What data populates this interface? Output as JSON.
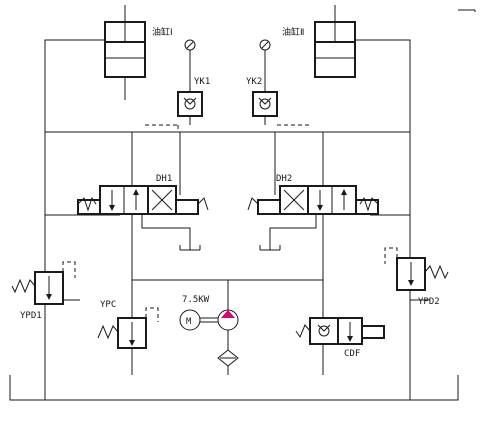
{
  "labels": {
    "cylinder1": "油缸Ⅰ",
    "cylinder2": "油缸Ⅱ",
    "yk1": "YK1",
    "yk2": "YK2",
    "dh1": "DH1",
    "dh2": "DH2",
    "ypd1": "YPD1",
    "ypd2": "YPD2",
    "ypc": "YPC",
    "motor_power": "7.5KW",
    "motor_symbol": "M",
    "cdf": "CDF"
  },
  "colors": {
    "line": "#1a1a1a",
    "pump_fill": "#e0006e",
    "background": "#ffffff"
  }
}
